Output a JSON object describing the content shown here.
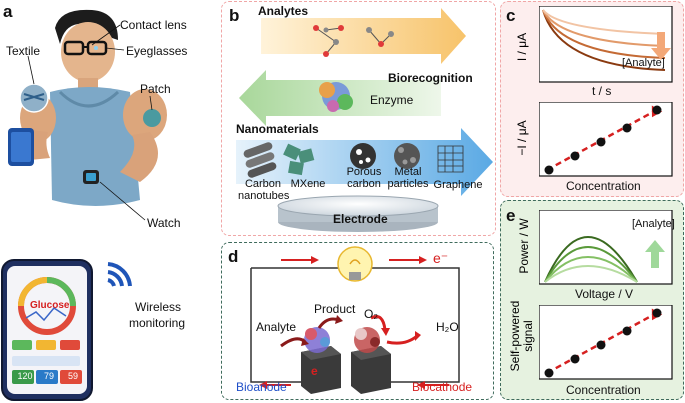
{
  "panels": {
    "a": {
      "letter": "a",
      "labels": {
        "contact_lens": "Contact lens",
        "eyeglasses": "Eyeglasses",
        "textile": "Textile",
        "patch": "Patch",
        "watch": "Watch",
        "wireless": "Wireless",
        "monitoring": "monitoring"
      },
      "phone": {
        "app_title": "Glucose",
        "stats": [
          "120",
          "79",
          "59"
        ]
      }
    },
    "b": {
      "letter": "b",
      "analytes": "Analytes",
      "biorecognition": "Biorecognition",
      "enzyme": "Enzyme",
      "nanomaterials": "Nanomaterials",
      "materials": [
        {
          "line1": "Carbon",
          "line2": "nanotubes"
        },
        {
          "line1": "MXene",
          "line2": ""
        },
        {
          "line1": "Porous",
          "line2": "carbon"
        },
        {
          "line1": "Metal",
          "line2": "particles"
        },
        {
          "line1": "Graphene",
          "line2": ""
        }
      ],
      "electrode": "Electrode"
    },
    "c": {
      "letter": "c",
      "top": {
        "ylabel": "I / μA",
        "xlabel": "t / s",
        "annotation": "[Analyte]"
      },
      "bottom": {
        "ylabel": "−I / μA",
        "xlabel": "Concentration"
      }
    },
    "d": {
      "letter": "d",
      "electron": "e⁻",
      "electron_small": "e",
      "analyte": "Analyte",
      "product": "Product",
      "o2": "O₂",
      "h2o": "H₂O",
      "bioanode": "Bioanode",
      "biocathode": "Biocathode"
    },
    "e": {
      "letter": "e",
      "top": {
        "ylabel": "Power / W",
        "xlabel": "Voltage / V",
        "annotation": "[Analyte]"
      },
      "bottom": {
        "ylabel_line1": "Self-powered",
        "ylabel_line2": "signal",
        "xlabel": "Concentration"
      }
    }
  },
  "colors": {
    "panel_b_border": "#f0a6a6",
    "panel_c_border": "#f0a6a6",
    "panel_c_bg": "#fdeeee",
    "panel_d_border": "#3f6b5c",
    "panel_e_border": "#3f6b5c",
    "panel_e_bg": "#e6f2e0",
    "red_accent": "#d62020",
    "bioanode": "#1f4fc8",
    "biocathode": "#d62020"
  }
}
